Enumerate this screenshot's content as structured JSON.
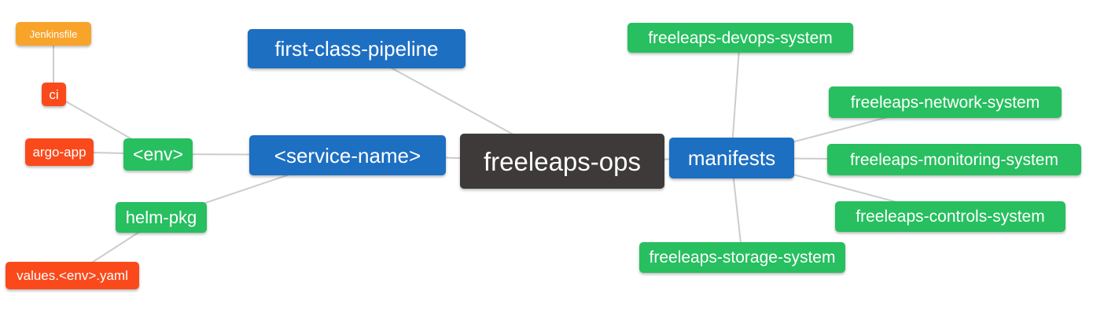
{
  "diagram": {
    "type": "mindmap",
    "root": "freeleaps-ops"
  },
  "colors": {
    "root_bg": "#3d3a39",
    "branch_blue": "#1d6fc2",
    "node_green": "#27bf5f",
    "node_red": "#fa4a1b",
    "node_orange": "#f8a42b",
    "edge": "#cccccc",
    "text": "#ffffff",
    "background": "#ffffff"
  },
  "nodes": {
    "freeleaps_ops": {
      "label": "freeleaps-ops"
    },
    "first_class_pipeline": {
      "label": "first-class-pipeline"
    },
    "service_name": {
      "label": "<service-name>"
    },
    "env": {
      "label": "<env>"
    },
    "ci": {
      "label": "ci"
    },
    "jenkinsfile": {
      "label": "Jenkinsfile"
    },
    "argo_app": {
      "label": "argo-app"
    },
    "helm_pkg": {
      "label": "helm-pkg"
    },
    "values_env_yaml": {
      "label": "values.<env>.yaml"
    },
    "manifests": {
      "label": "manifests"
    },
    "devops_system": {
      "label": "freeleaps-devops-system"
    },
    "network_system": {
      "label": "freeleaps-network-system"
    },
    "monitoring_system": {
      "label": "freeleaps-monitoring-system"
    },
    "controls_system": {
      "label": "freeleaps-controls-system"
    },
    "storage_system": {
      "label": "freeleaps-storage-system"
    }
  },
  "edges": [
    [
      "jenkinsfile",
      "ci"
    ],
    [
      "ci",
      "env"
    ],
    [
      "argo_app",
      "env"
    ],
    [
      "env",
      "service_name"
    ],
    [
      "helm_pkg",
      "service_name"
    ],
    [
      "values_env_yaml",
      "helm_pkg"
    ],
    [
      "first_class_pipeline",
      "freeleaps_ops"
    ],
    [
      "service_name",
      "freeleaps_ops"
    ],
    [
      "freeleaps_ops",
      "manifests"
    ],
    [
      "manifests",
      "devops_system"
    ],
    [
      "manifests",
      "network_system"
    ],
    [
      "manifests",
      "monitoring_system"
    ],
    [
      "manifests",
      "controls_system"
    ],
    [
      "manifests",
      "storage_system"
    ]
  ]
}
